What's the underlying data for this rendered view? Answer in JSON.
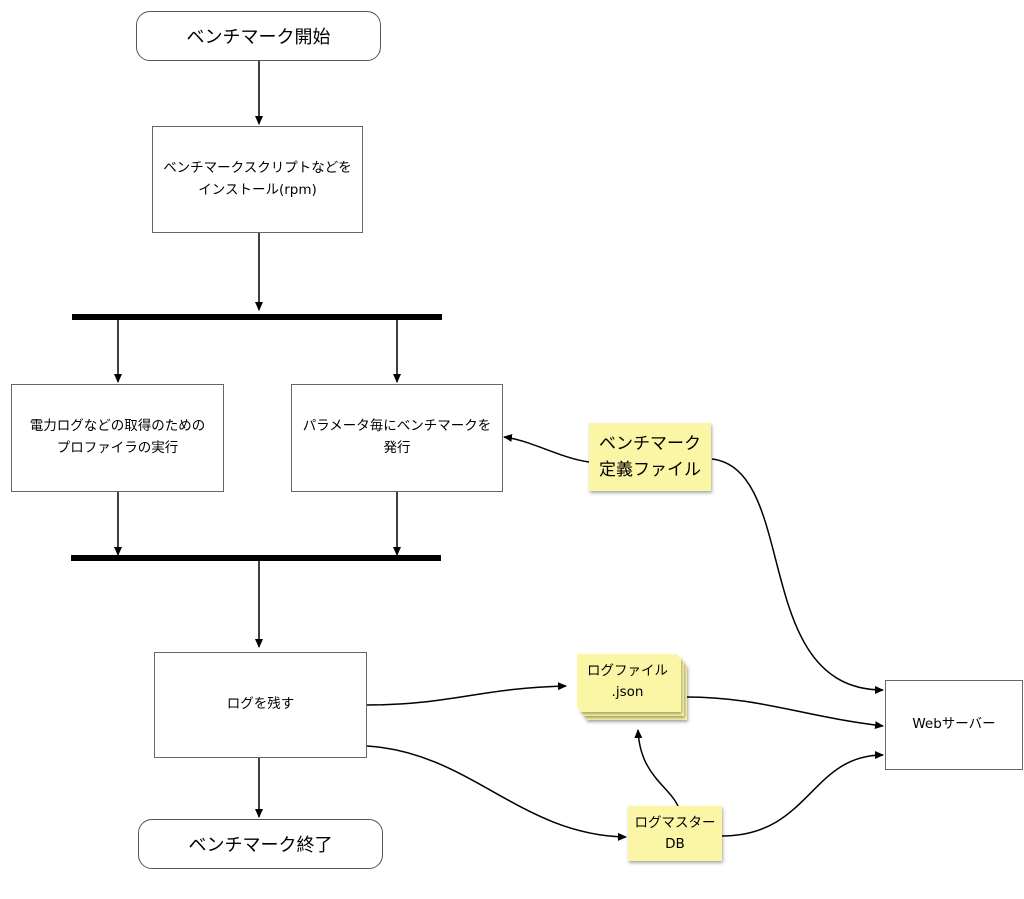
{
  "nodes": {
    "start": "ベンチマーク開始",
    "install": "ベンチマークスクリプトなどを\nインストール(rpm)",
    "profiler": "電力ログなどの取得のための\nプロファイラの実行",
    "issue": "パラメータ毎にベンチマークを\n発行",
    "log": "ログを残す",
    "end": "ベンチマーク終了",
    "webserver": "Webサーバー"
  },
  "notes": {
    "definition": "ベンチマーク\n定義ファイル",
    "logfile": "ログファイル\n.json",
    "logmaster": "ログマスター\nDB"
  },
  "colors": {
    "note_fill": "#fbf6a5",
    "line": "#000000",
    "border": "#666666"
  }
}
